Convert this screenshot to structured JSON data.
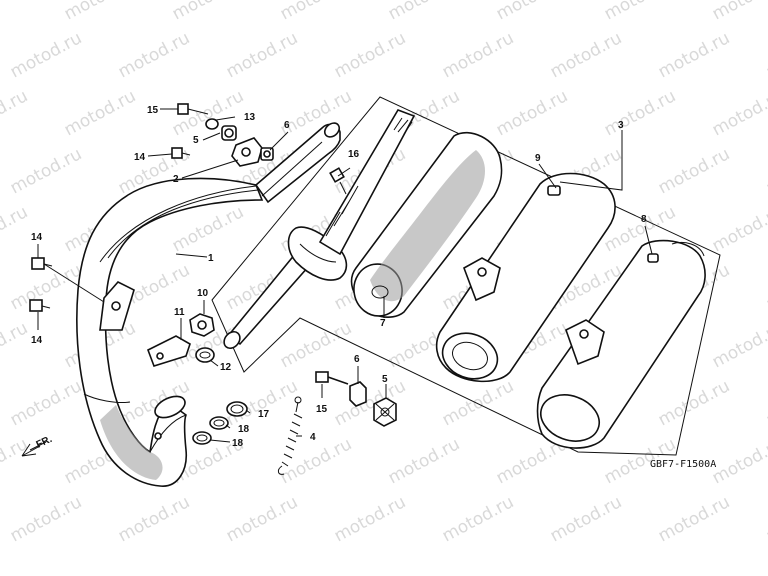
{
  "watermark": "motod.ru",
  "diagram_code": "GBF7-F1500A",
  "front_label": "FR.",
  "callouts": {
    "c1": "1",
    "c2": "2",
    "c3": "3",
    "c4": "4",
    "c5a": "5",
    "c5b": "5",
    "c6a": "6",
    "c6b": "6",
    "c7": "7",
    "c8": "8",
    "c9": "9",
    "c10": "10",
    "c11": "11",
    "c12": "12",
    "c13": "13",
    "c14a": "14",
    "c14b": "14",
    "c14c": "14",
    "c15a": "15",
    "c15b": "15",
    "c16": "16",
    "c17": "17",
    "c18a": "18",
    "c18b": "18"
  },
  "colors": {
    "line": "#111111",
    "watermark": "#d9d9d9",
    "background": "#ffffff"
  }
}
